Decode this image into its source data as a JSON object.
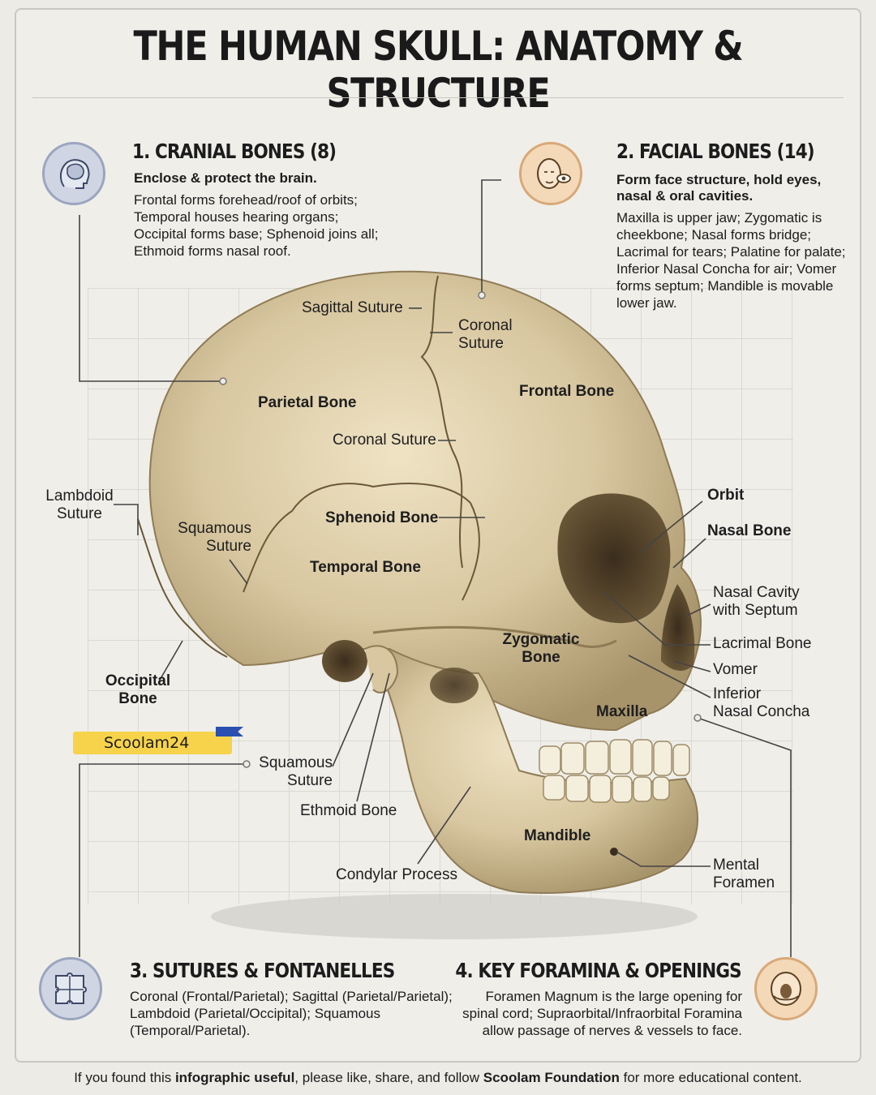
{
  "title": "THE HUMAN SKULL: ANATOMY & STRUCTURE",
  "sections": {
    "cranial": {
      "heading": "1. CRANIAL BONES (8)",
      "subtitle": "Enclose & protect the brain.",
      "body_lines": [
        "Frontal forms forehead/roof of orbits;",
        "Temporal houses hearing organs;",
        "Occipital forms base; Sphenoid joins all;",
        "Ethmoid forms nasal roof."
      ],
      "icon": "brain-head-icon"
    },
    "facial": {
      "heading": "2. FACIAL BONES (14)",
      "subtitle_lines": [
        "Form face structure, hold eyes,",
        "nasal & oral cavities."
      ],
      "body_lines": [
        "Maxilla is upper jaw; Zygomatic is",
        "cheekbone; Nasal forms bridge;",
        "Lacrimal for tears; Palatine for palate;",
        "Inferior Nasal Concha for air; Vomer",
        "forms septum; Mandible is movable",
        "lower jaw."
      ],
      "icon": "face-eye-icon"
    },
    "sutures": {
      "heading": "3. SUTURES & FONTANELLES",
      "body_lines": [
        "Coronal (Frontal/Parietal); Sagittal (Parietal/Parietal);",
        "Lambdoid (Parietal/Occipital); Squamous",
        "(Temporal/Parietal)."
      ],
      "icon": "puzzle-icon"
    },
    "foramina": {
      "heading": "4. KEY FORAMINA & OPENINGS",
      "body_lines": [
        "Foramen Magnum is the large opening for",
        "spinal cord; Supraorbital/Infraorbital Foramina",
        "allow passage of nerves & vessels to face."
      ],
      "icon": "skull-base-icon"
    }
  },
  "labels": {
    "sagittal_suture": "Sagittal Suture",
    "coronal_suture_top": [
      "Coronal",
      "Suture"
    ],
    "frontal_bone": "Frontal Bone",
    "parietal_bone": "Parietal Bone",
    "coronal_suture_mid": "Coronal Suture",
    "lambdoid_suture": [
      "Lambdoid",
      "Suture"
    ],
    "squamous_suture_upper": [
      "Squamous",
      "Suture"
    ],
    "sphenoid_bone": "Sphenoid Bone",
    "temporal_bone": "Temporal Bone",
    "orbit": "Orbit",
    "nasal_bone": "Nasal Bone",
    "nasal_cavity": [
      "Nasal Cavity",
      "with Septum"
    ],
    "lacrimal_bone": "Lacrimal Bone",
    "vomer": "Vomer",
    "inferior_nasal_concha": [
      "Inferior",
      "Nasal Concha"
    ],
    "zygomatic_bone": [
      "Zygomatic",
      "Bone"
    ],
    "maxilla": "Maxilla",
    "occipital_bone": [
      "Occipital",
      "Bone"
    ],
    "squamous_suture_lower": [
      "Squamous",
      "Suture"
    ],
    "ethmoid_bone": "Ethmoid Bone",
    "mandible": "Mandible",
    "condylar_process": "Condylar Process",
    "mental_foramen": [
      "Mental",
      "Foramen"
    ]
  },
  "badge": "Scoolam24",
  "footer": {
    "pre": "If you found this ",
    "bold1": "infographic useful",
    "mid": ", please like, share, and follow ",
    "bold2": "Scoolam Foundation",
    "post": " for more educational content."
  },
  "colors": {
    "bone": "#d8c7a0",
    "bone_shadow": "#a8946a",
    "blue_icon": "#cfd5e3",
    "orange_icon": "#f3d9b8",
    "badge": "#f6d34b"
  }
}
